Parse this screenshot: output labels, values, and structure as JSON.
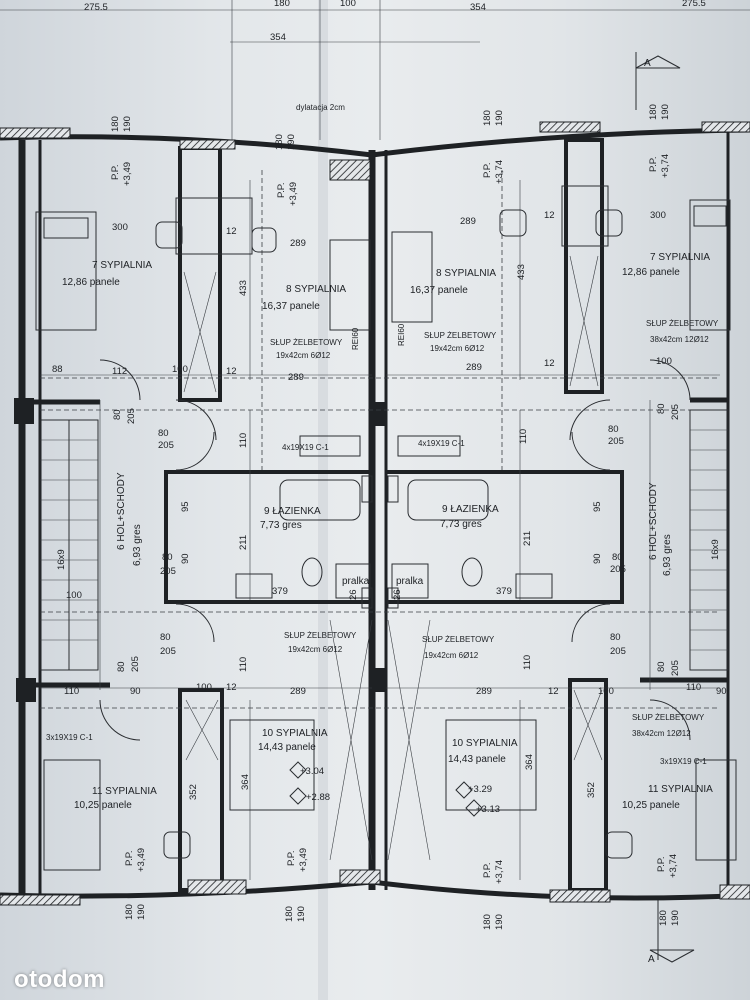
{
  "top": {
    "d1": "275.5",
    "d2": "180",
    "d3": "100",
    "d4": "354",
    "d5": "354",
    "d6": "275.5"
  },
  "section_mark": "A",
  "dylatacja": "dylatacja 2cm",
  "rooms": {
    "sypialnia7": {
      "name": "7 SYPIALNIA",
      "area": "12,86 panele"
    },
    "sypialnia8": {
      "name": "8 SYPIALNIA",
      "area": "16,37 panele"
    },
    "lazienka9": {
      "name": "9 ŁAZIENKA",
      "area": "7,73 gres"
    },
    "hol6": {
      "name": "6 HOL+SCHODY",
      "area": "6,93 gres"
    },
    "sypialnia10": {
      "name": "10 SYPIALNIA",
      "area": "14,43 panele"
    },
    "sypialnia11": {
      "name": "11 SYPIALNIA",
      "area": "10,25 panele"
    }
  },
  "slup1": "SŁUP ŻELBETOWY",
  "slup1d": "19x42cm 6Ø12",
  "slup2": "SŁUP ŻELBETOWY",
  "slup2d": "38x42cm 12Ø12",
  "lintel1": "4x19X19 C-1",
  "lintel2": "3x19X19 C-1",
  "rei": "REI60",
  "pralka": "pralka",
  "pp_left_top": [
    "P.P.",
    "+3,49"
  ],
  "pp_right_top": [
    "P.P.",
    "+3,74"
  ],
  "sill": [
    "180",
    "190"
  ],
  "levels": {
    "l304": "+3.04",
    "l288": "+2.88",
    "l329": "+3.29",
    "l313": "+3.13"
  },
  "dims": {
    "d300": "300",
    "d289": "289",
    "d12": "12",
    "d433": "433",
    "d88": "88",
    "d112": "112",
    "d100": "100",
    "d80": "80",
    "d205": "205",
    "d110": "110",
    "d95": "95",
    "d211": "211",
    "d90": "90",
    "d379": "379",
    "d16x9": "16x9",
    "d364": "364",
    "d352": "352",
    "d26": "26"
  },
  "watermark": "otodom"
}
